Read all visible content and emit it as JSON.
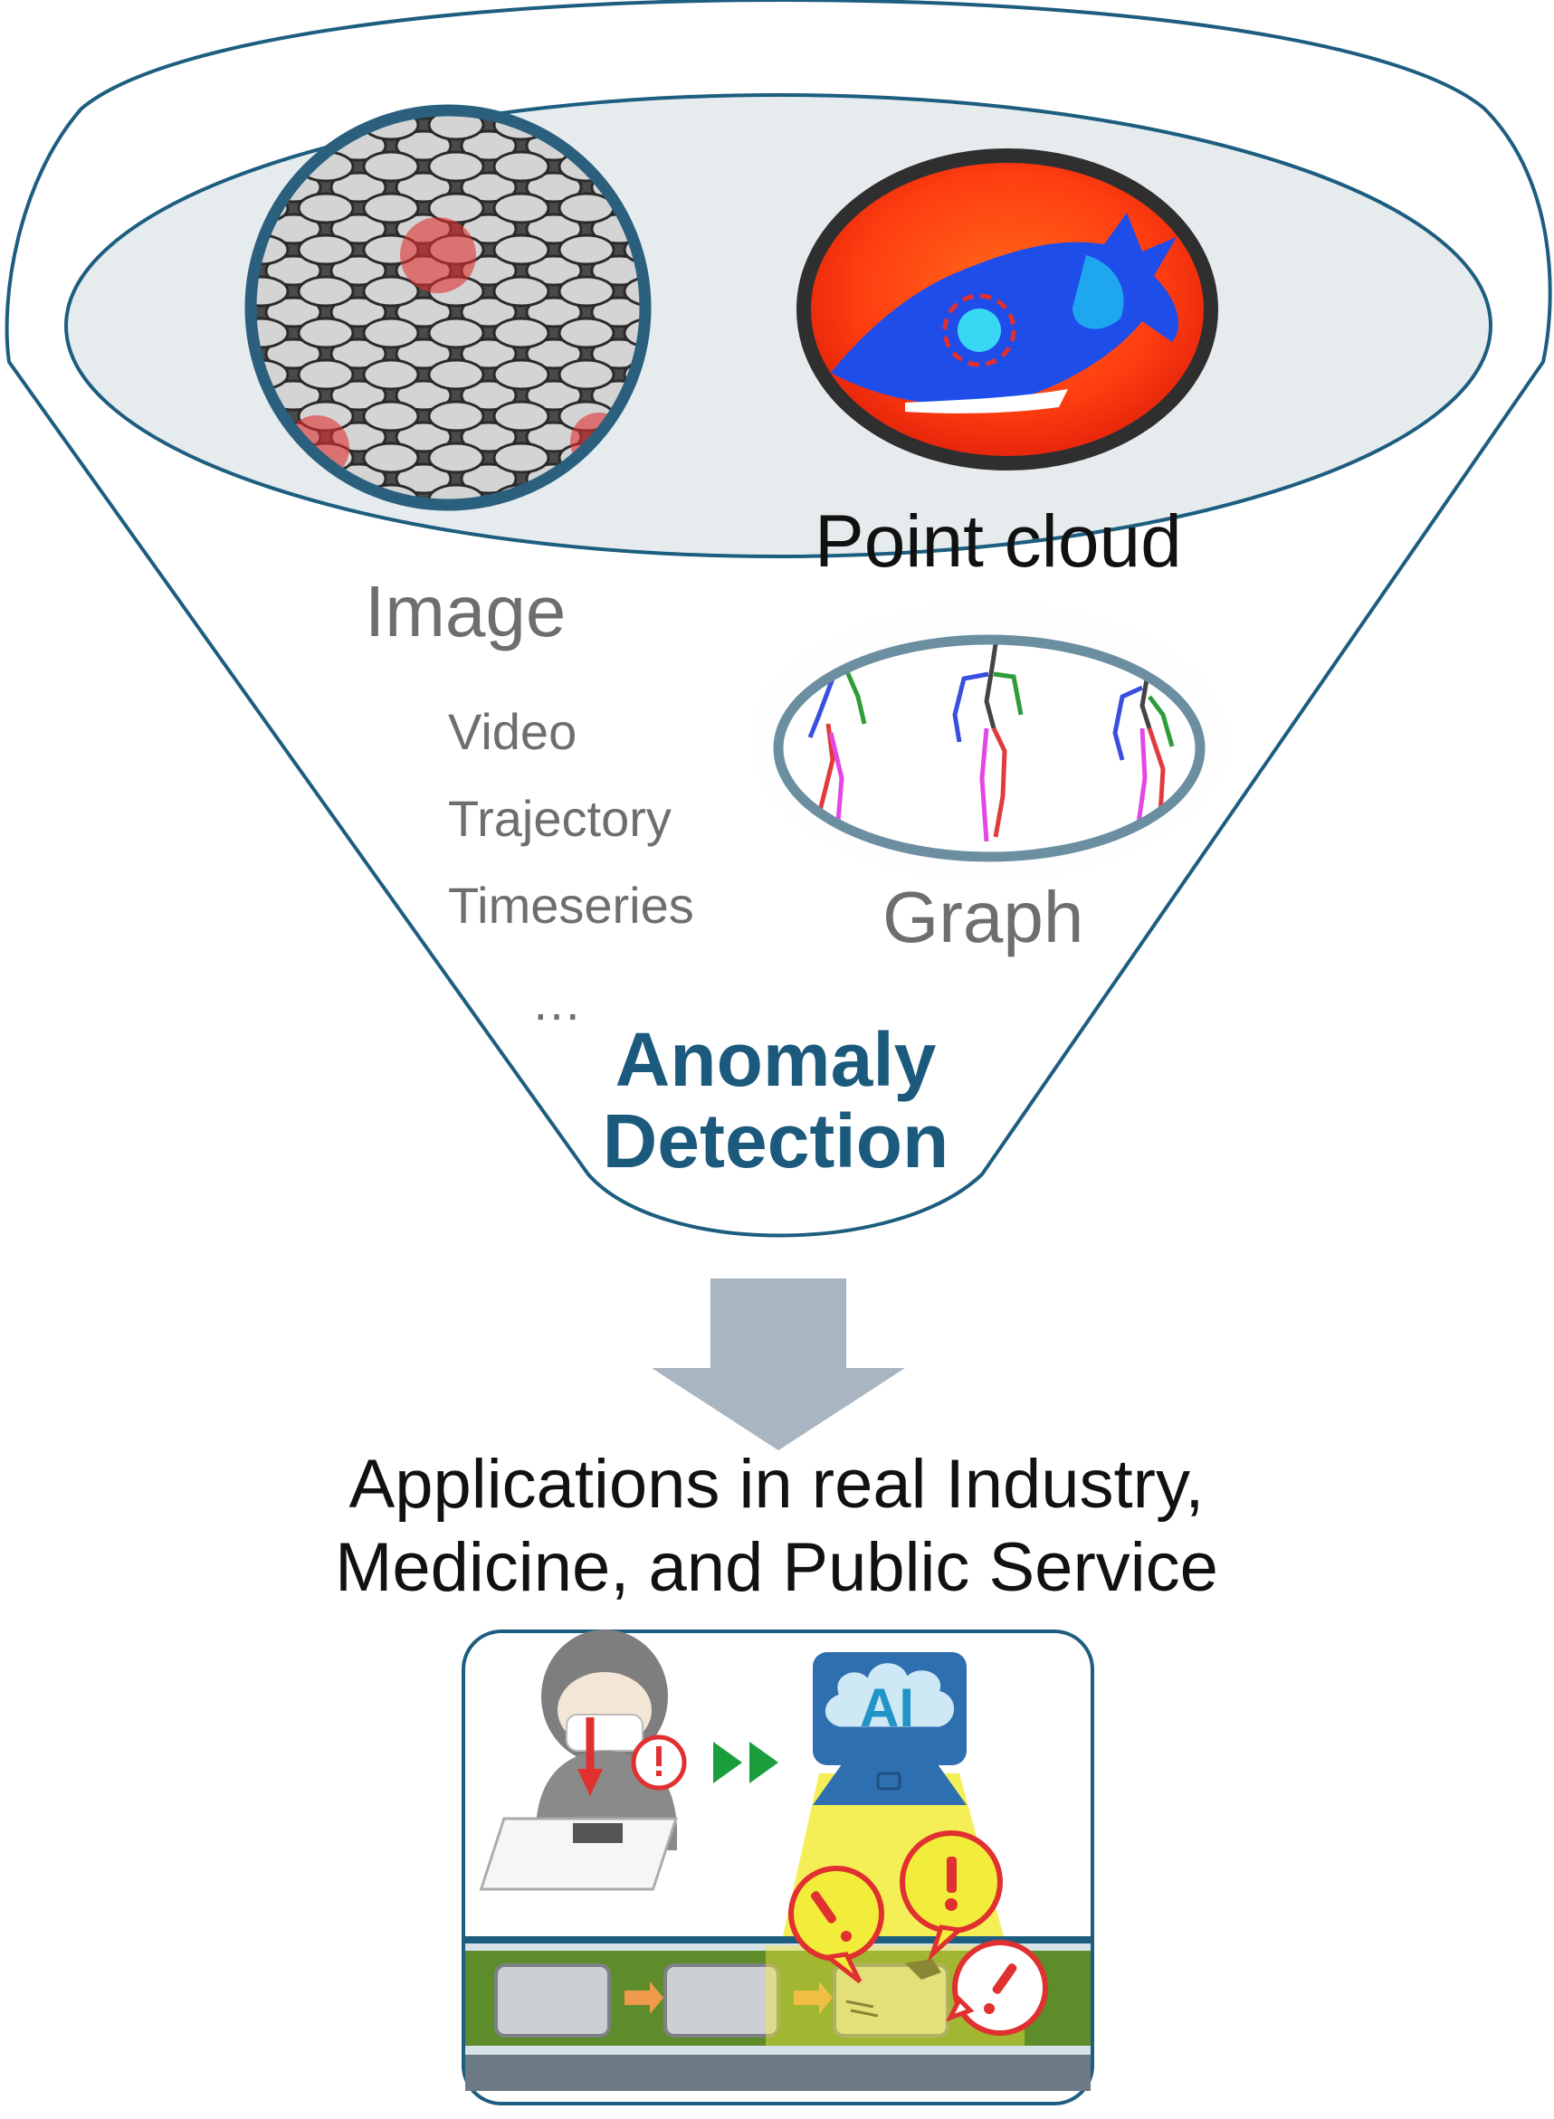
{
  "diagram": {
    "labels": {
      "image": "Image",
      "point_cloud": "Point cloud",
      "graph": "Graph",
      "other_types": [
        "Video",
        "Trajectory",
        "Timeseries"
      ],
      "ellipsis": "…",
      "anomaly_detection": [
        "Anomaly",
        "Detection"
      ],
      "applications": [
        "Applications in real Industry,",
        "Medicine, and Public Service"
      ],
      "ai_badge": "AI"
    },
    "colors": {
      "funnel_stroke": "#1d5d80",
      "funnel_fill_top": "#e6ebee",
      "arrow": "#a9b5c0",
      "title_accent": "#1c5a7d",
      "anomaly_marker": "#e03030",
      "conveyor_green": "#5f8c2a",
      "ai_cloud": "#cfe8f6",
      "spotlight": "#f2ec3a"
    },
    "icons": [
      "texture-image-icon",
      "point-cloud-heatmap-icon",
      "skeleton-graph-icon",
      "inspector-worker-icon",
      "ai-camera-icon",
      "conveyor-belt-icon",
      "alert-bubble-icon"
    ]
  }
}
